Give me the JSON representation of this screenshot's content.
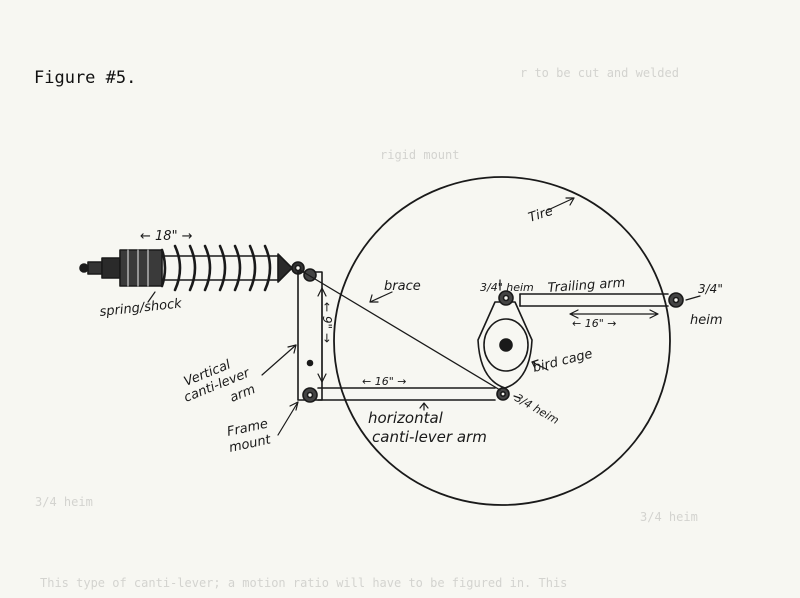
{
  "figure_title": "Figure #5.",
  "labels": {
    "shock_length": "← 18\" →",
    "spring_shock": "spring/shock",
    "vertical_arm_1": "Vertical",
    "vertical_arm_2": "canti-lever",
    "vertical_arm_3": "arm",
    "vertical_dim": "← 9\" →",
    "frame_mount_1": "Frame",
    "frame_mount_2": "mount",
    "brace": "brace",
    "tire": "Tire",
    "top_heim": "3/4\" heim",
    "trailing_arm": "Trailing arm",
    "trailing_dim": "← 16\" →",
    "right_heim_1": "3/4\"",
    "right_heim_2": "heim",
    "bird_cage": "bird cage",
    "horizontal_dim": "← 16\" →",
    "bottom_heim": "3/4 heim",
    "horizontal_arm_1": "horizontal",
    "horizontal_arm_2": "canti-lever arm"
  },
  "ghost_text": [
    "r to be cut and welded",
    "rigid mount",
    "3/4 heim",
    "3/4 heim",
    "This type of canti-lever; a motion ratio will have to be figured in. This"
  ]
}
